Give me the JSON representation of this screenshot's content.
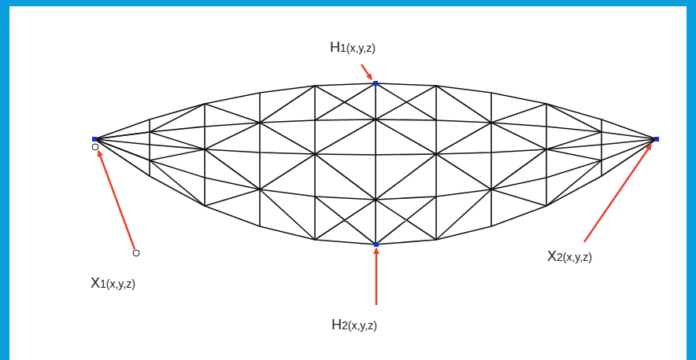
{
  "diagram": {
    "labels": [
      "H1(x,y,z)",
      "X1(x,y,z)",
      "H2(x,y,z)",
      "X2(x,y,z)"
    ]
  }
}
